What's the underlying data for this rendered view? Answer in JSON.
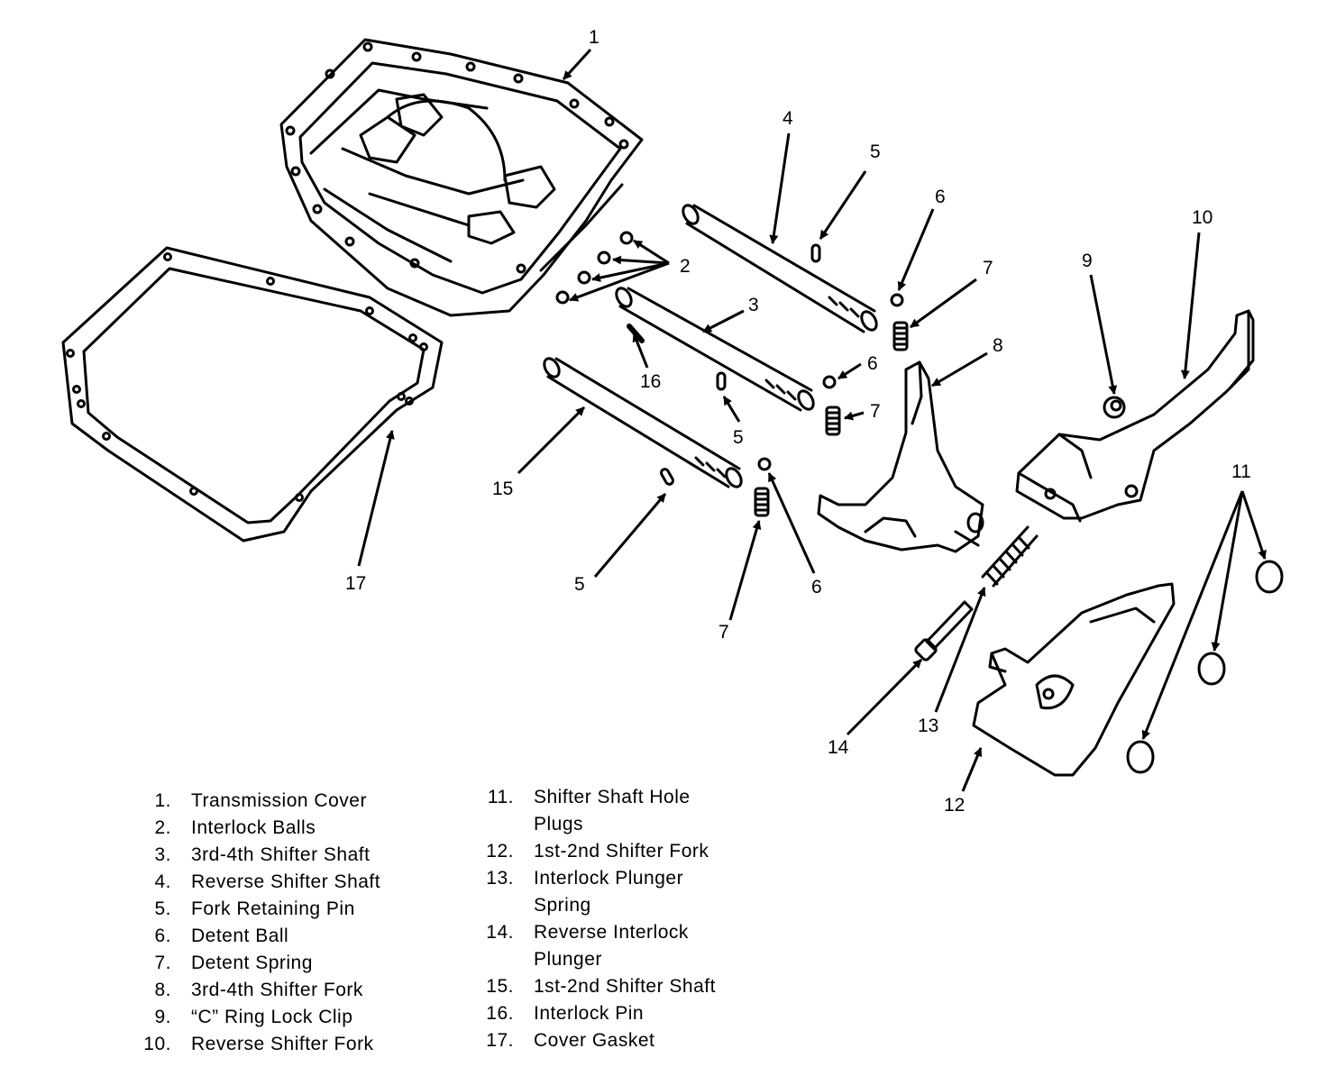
{
  "callouts": {
    "c1": "1",
    "c2": "2",
    "c3": "3",
    "c4": "4",
    "c5a": "5",
    "c5b": "5",
    "c5c": "5",
    "c6a": "6",
    "c6b": "6",
    "c6c": "6",
    "c7a": "7",
    "c7b": "7",
    "c7c": "7",
    "c8": "8",
    "c9": "9",
    "c10": "10",
    "c11": "11",
    "c12": "12",
    "c13": "13",
    "c14": "14",
    "c15": "15",
    "c16": "16",
    "c17": "17"
  },
  "legend": {
    "left": [
      {
        "num": "1.",
        "text": "Transmission Cover"
      },
      {
        "num": "2.",
        "text": "Interlock Balls"
      },
      {
        "num": "3.",
        "text": "3rd-4th Shifter Shaft"
      },
      {
        "num": "4.",
        "text": "Reverse Shifter Shaft"
      },
      {
        "num": "5.",
        "text": "Fork Retaining Pin"
      },
      {
        "num": "6.",
        "text": "Detent Ball"
      },
      {
        "num": "7.",
        "text": "Detent Spring"
      },
      {
        "num": "8.",
        "text": "3rd-4th Shifter Fork"
      },
      {
        "num": "9.",
        "text": "“C” Ring Lock Clip"
      },
      {
        "num": "10.",
        "text": "Reverse Shifter Fork"
      }
    ],
    "right": [
      {
        "num": "11.",
        "text": "Shifter Shaft Hole"
      },
      {
        "num": "",
        "text": "Plugs"
      },
      {
        "num": "12.",
        "text": "1st-2nd Shifter Fork"
      },
      {
        "num": "13.",
        "text": "Interlock Plunger"
      },
      {
        "num": "",
        "text": "Spring"
      },
      {
        "num": "14.",
        "text": "Reverse Interlock"
      },
      {
        "num": "",
        "text": "Plunger"
      },
      {
        "num": "15.",
        "text": "1st-2nd Shifter Shaft"
      },
      {
        "num": "16.",
        "text": "Interlock Pin"
      },
      {
        "num": "17.",
        "text": "Cover Gasket"
      }
    ]
  }
}
